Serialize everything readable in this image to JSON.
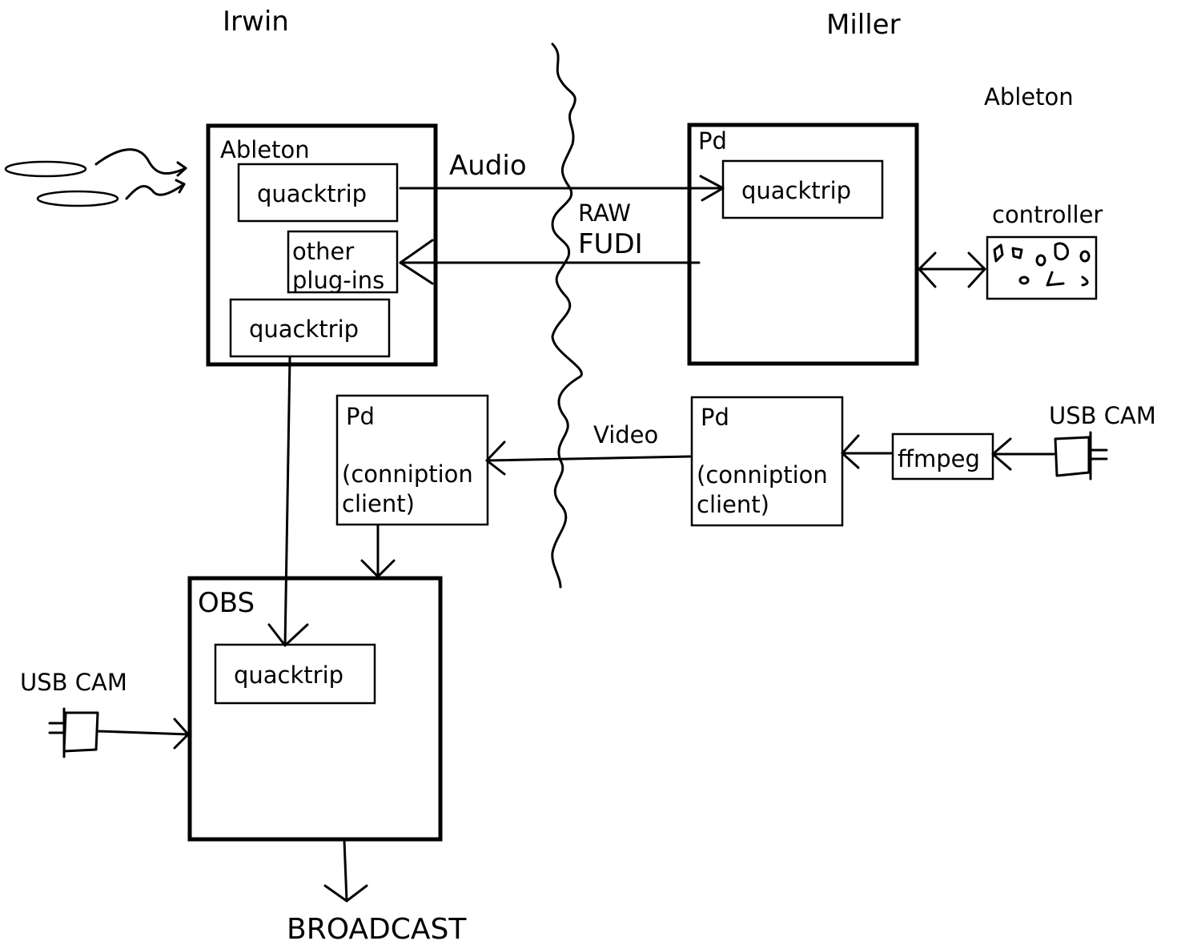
{
  "sites": {
    "left": "Irwin",
    "right": "Miller"
  },
  "left_site": {
    "ableton_box": {
      "title": "Ableton",
      "plugin_top": "quacktrip",
      "plugin_other_line1": "other",
      "plugin_other_line2": "plug-ins",
      "plugin_bottom": "quacktrip"
    },
    "pd_box": {
      "title": "Pd",
      "line1": "(conniption",
      "line2": "client)"
    },
    "obs_box": {
      "title": "OBS",
      "plugin": "quacktrip"
    },
    "usb_cam_label": "USB CAM",
    "output_label": "BROADCAST"
  },
  "right_site": {
    "ableton_label": "Ableton",
    "pd_box": {
      "title": "Pd",
      "plugin": "quacktrip"
    },
    "controller_label": "controller",
    "video_pd_box": {
      "title": "Pd",
      "line1": "(conniption",
      "line2": "client)"
    },
    "ffmpeg_label": "ffmpeg",
    "usb_cam_label": "USB CAM"
  },
  "links": {
    "audio": "Audio",
    "raw": "RAW",
    "fudi": "FUDI",
    "video": "Video"
  }
}
